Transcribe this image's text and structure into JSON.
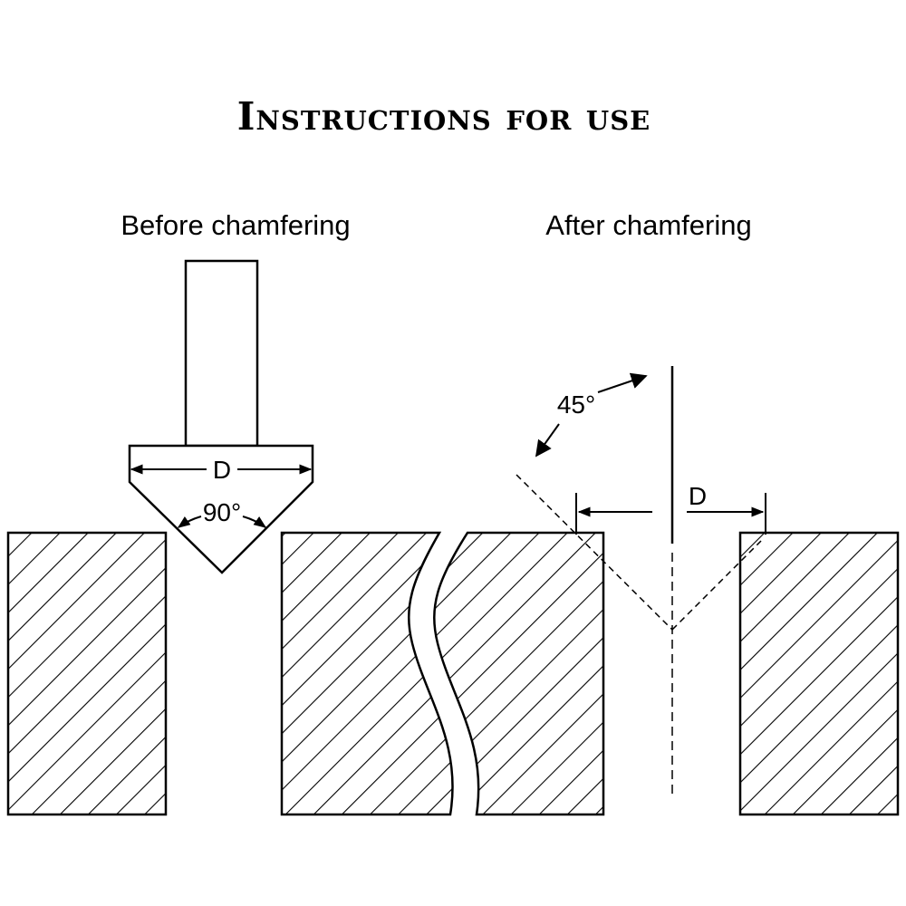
{
  "title": "Instructions for use",
  "before": {
    "heading": "Before chamfering",
    "diameter_label": "D",
    "angle_label": "90°"
  },
  "after": {
    "heading": "After chamfering",
    "diameter_label": "D",
    "angle_label": "45°"
  }
}
